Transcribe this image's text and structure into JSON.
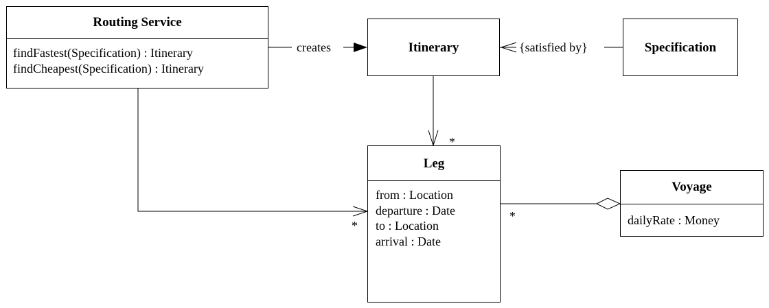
{
  "classes": {
    "routing_service": {
      "name": "Routing Service",
      "operations": [
        "findFastest(Specification) : Itinerary",
        "findCheapest(Specification) : Itinerary"
      ]
    },
    "itinerary": {
      "name": "Itinerary"
    },
    "specification": {
      "name": "Specification"
    },
    "leg": {
      "name": "Leg",
      "attributes": [
        "from : Location",
        "departure : Date",
        "to : Location",
        "arrival : Date"
      ]
    },
    "voyage": {
      "name": "Voyage",
      "attributes": [
        "dailyRate : Money"
      ]
    }
  },
  "associations": {
    "creates": "creates",
    "satisfied_by": "{satisfied by}",
    "itinerary_leg_multiplicity": "*",
    "routing_leg_multiplicity": "*",
    "leg_voyage_multiplicity": "*"
  }
}
